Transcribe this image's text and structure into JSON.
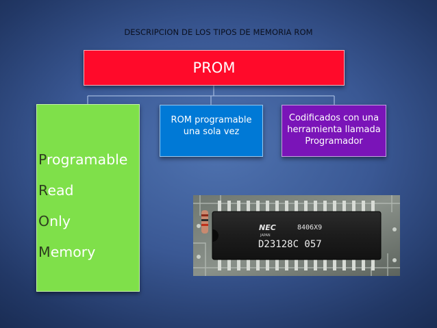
{
  "slide": {
    "title": "DESCRIPCION DE LOS TIPOS DE MEMORIA ROM"
  },
  "diagram": {
    "root": {
      "label": "PROM",
      "color": "#ff0a2a"
    },
    "children": [
      {
        "id": "acronym",
        "color": "#7fe04a",
        "lines": [
          {
            "cap": "P",
            "rest": "rogramable"
          },
          {
            "cap": "R",
            "rest": "ead"
          },
          {
            "cap": "O",
            "rest": "nly"
          },
          {
            "cap": "M",
            "rest": "emory"
          }
        ]
      },
      {
        "id": "programmable-once",
        "label": "ROM programable una sola vez",
        "color": "#0079d6"
      },
      {
        "id": "programmer-tool",
        "label": "Codificados con una herramienta llamada Programador",
        "color": "#7a14b8"
      }
    ]
  },
  "chip_photo": {
    "brand": "NEC",
    "brand_sub": "JAPAN",
    "code": "8406X9",
    "part": "D23128C 057"
  }
}
